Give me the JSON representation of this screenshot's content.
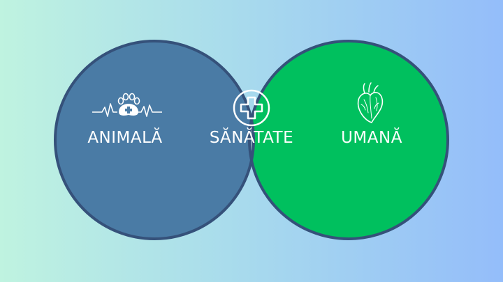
{
  "diagram": {
    "type": "venn",
    "sets": [
      {
        "label": "ANIMALĂ",
        "color": "#4a7ba5",
        "icon": "paw-heartbeat-icon"
      },
      {
        "label": "UMANĂ",
        "color": "#00c05e",
        "icon": "anatomical-heart-icon"
      }
    ],
    "intersection": {
      "label": "SĂNĂTATE",
      "color": "#8ca9bd",
      "icon": "medical-cross-icon"
    },
    "outline_color": "#35517a",
    "background": {
      "from": "#bff3e0",
      "to": "#94bdfa"
    }
  }
}
